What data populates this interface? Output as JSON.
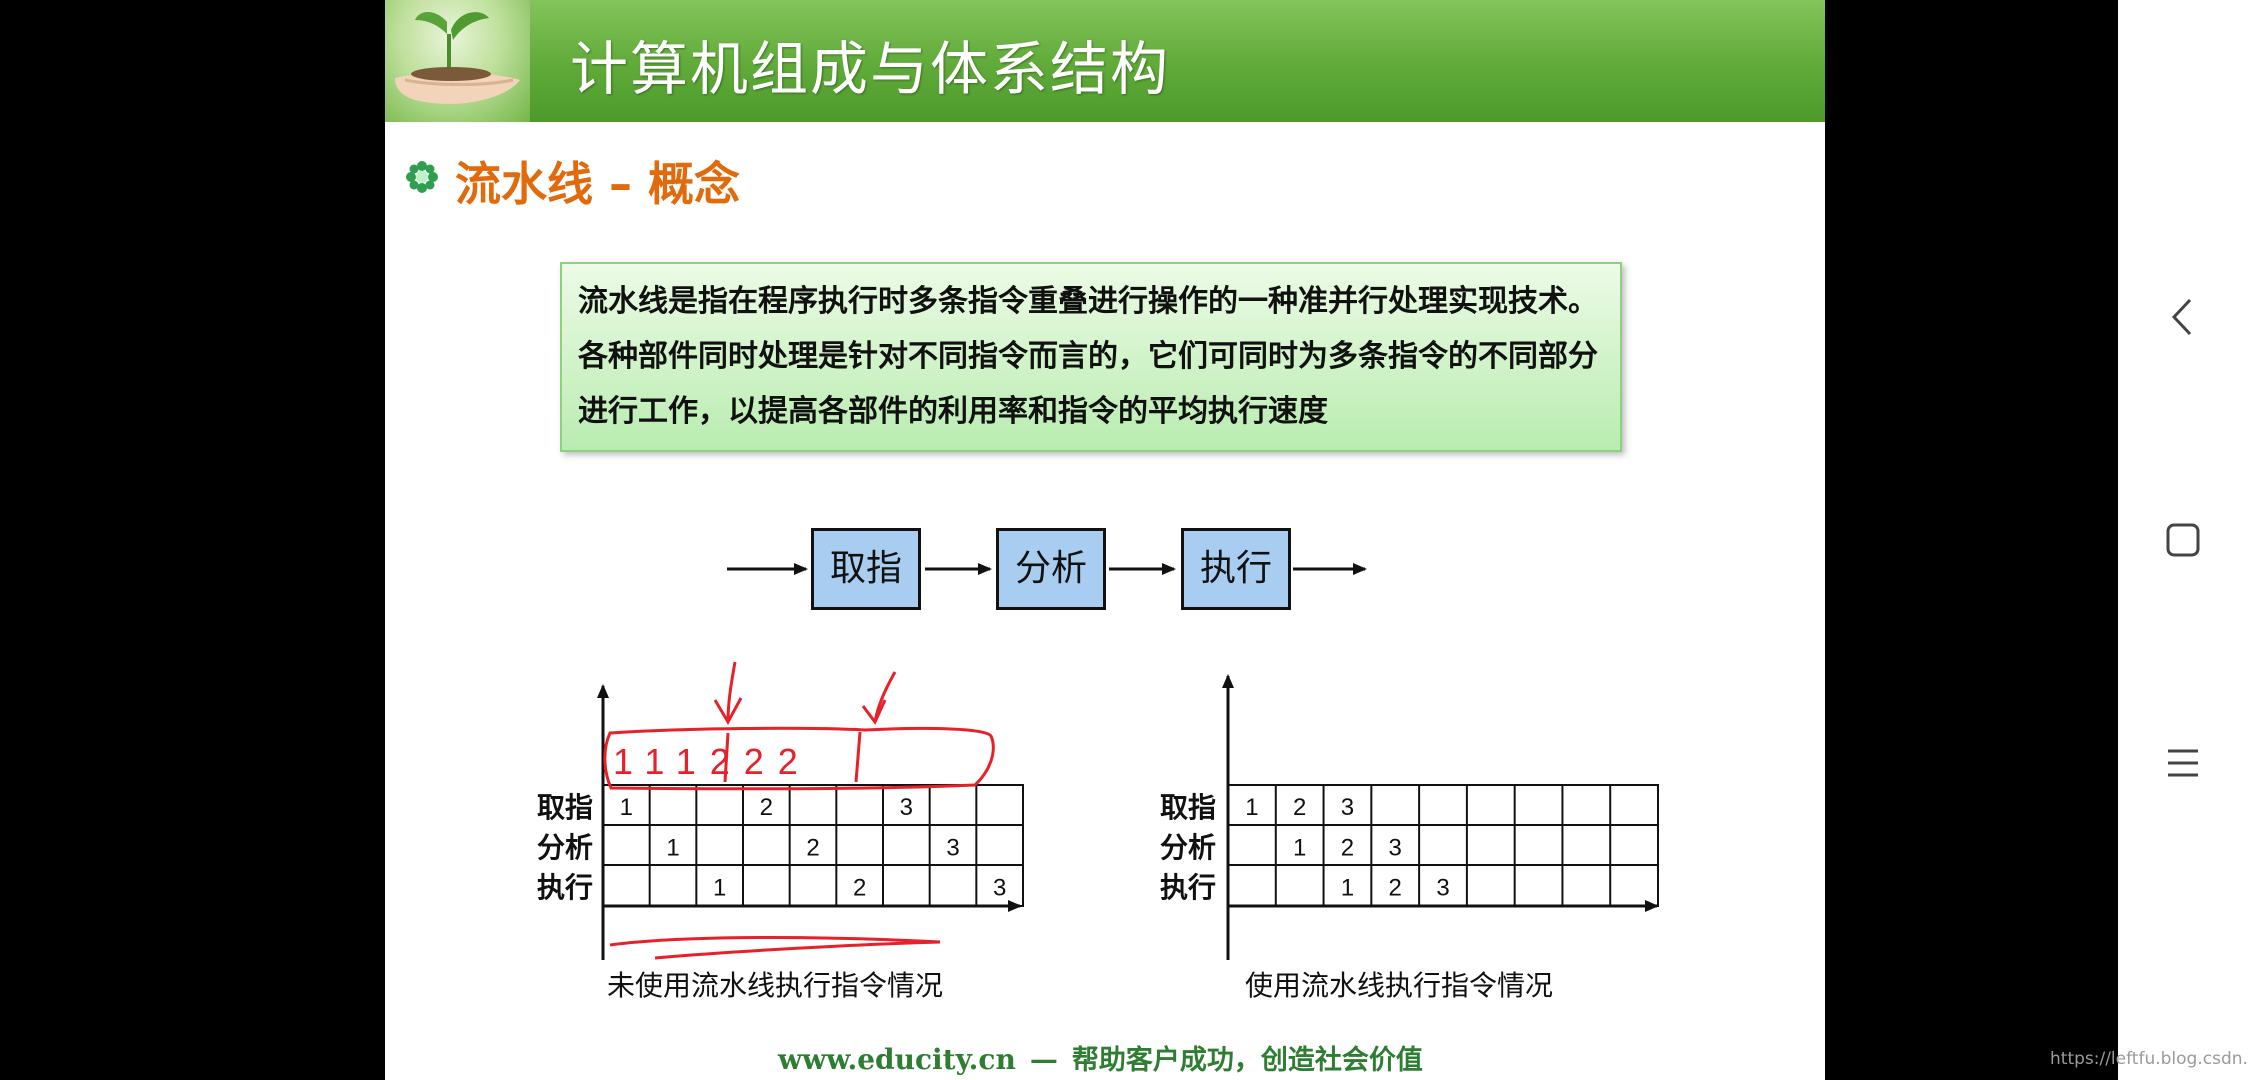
{
  "slide": {
    "title": "计算机组成与体系结构",
    "section_title": "流水线 – 概念",
    "definition": "流水线是指在程序执行时多条指令重叠进行操作的一种准并行处理实现技术。各种部件同时处理是针对不同指令而言的，它们可同时为多条指令的不同部分进行工作，以提高各部件的利用率和指令的平均执行速度",
    "stages": [
      "取指",
      "分析",
      "执行"
    ],
    "left_chart": {
      "row_labels": [
        "取指",
        "分析",
        "执行"
      ],
      "rows": [
        [
          "1",
          "",
          "",
          "2",
          "",
          "",
          "3",
          "",
          ""
        ],
        [
          "",
          "1",
          "",
          "",
          "2",
          "",
          "",
          "3",
          ""
        ],
        [
          "",
          "",
          "1",
          "",
          "",
          "2",
          "",
          "",
          "3"
        ]
      ],
      "caption": "未使用流水线执行指令情况",
      "handwritten_sequence": "1 1 1 2 2 2"
    },
    "right_chart": {
      "row_labels": [
        "取指",
        "分析",
        "执行"
      ],
      "rows": [
        [
          "1",
          "2",
          "3",
          "",
          "",
          "",
          "",
          "",
          ""
        ],
        [
          "",
          "1",
          "2",
          "3",
          "",
          "",
          "",
          "",
          ""
        ],
        [
          "",
          "",
          "1",
          "2",
          "3",
          "",
          "",
          "",
          ""
        ]
      ],
      "caption": "使用流水线执行指令情况"
    },
    "footer": {
      "url": "www.educity.cn",
      "dash": "—",
      "slogan": "帮助客户成功，创造社会价值"
    }
  },
  "nav": {
    "back_icon": "chevron-left-icon",
    "home_icon": "square-home-icon",
    "menu_icon": "menu-lines-icon"
  },
  "watermark": "https://leftfu.blog.csdn.net",
  "colors": {
    "banner_green": "#5faa38",
    "section_orange": "#e06a0c",
    "stage_blue": "#a9cdf0",
    "annotation_red": "#e8202a",
    "footer_green": "#2e7d32"
  }
}
